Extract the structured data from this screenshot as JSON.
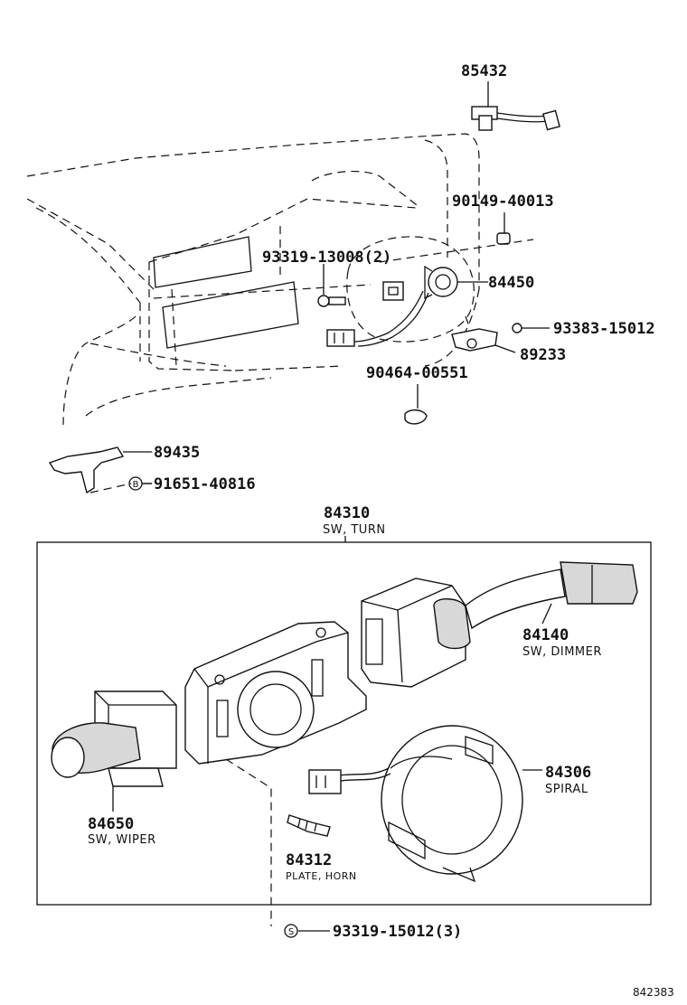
{
  "parts": {
    "p85432": "85432",
    "p90149": "90149-40013",
    "p93319a": "93319-13008(2)",
    "p84450": "84450",
    "p93383": "93383-15012",
    "p89233": "89233",
    "p90464": "90464-00551",
    "p89435": "89435",
    "p91651": "91651-40816",
    "p84310": "84310",
    "p84310_desc": "SW, TURN",
    "p84140": "84140",
    "p84140_desc": "SW, DIMMER",
    "p84306": "84306",
    "p84306_desc": "SPIRAL",
    "p84650": "84650",
    "p84650_desc": "SW, WIPER",
    "p84312": "84312",
    "p84312_desc": "PLATE, HORN",
    "p93319b": "93319-15012(3)"
  },
  "callouts": {
    "b_marker": "B",
    "s_marker": "S"
  },
  "footer": {
    "diagram_id": "842383"
  }
}
